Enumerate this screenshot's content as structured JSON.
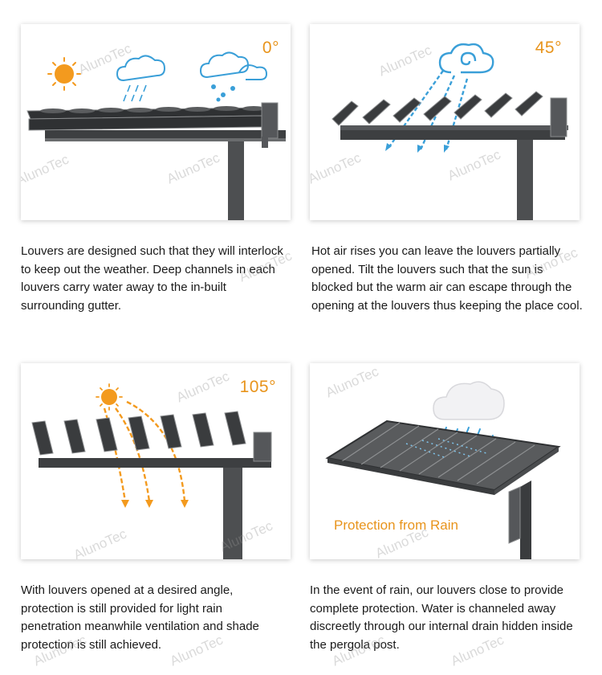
{
  "watermark": "AlunoTec",
  "accent_color": "#e8941c",
  "panels": [
    {
      "angle": "0°",
      "icons": [
        "sun-icon",
        "rain-cloud-icon",
        "snow-cloud-icon"
      ],
      "description": "Louvers are designed such that they will interlock to keep out the weather. Deep channels in each louvers carry water away to the in-built surrounding gutter."
    },
    {
      "angle": "45°",
      "icons": [
        "wind-cloud-icon",
        "airflow-arrows-icon"
      ],
      "description": "Hot air rises you can leave the louvers partially opened. Tilt the louvers such that the sun is blocked but the warm air can escape through the opening at the louvers thus keeping the place cool."
    },
    {
      "angle": "105°",
      "icons": [
        "sun-icon",
        "sunlight-arrows-icon"
      ],
      "description": "With louvers opened at a desired angle, protection is still provided for light rain penetration meanwhile ventilation and shade protection is still achieved."
    },
    {
      "caption": "Protection from Rain",
      "icons": [
        "rain-cloud-icon"
      ],
      "description": "In the event of rain, our louvers close to provide complete protection. Water is channeled away discreetly through our internal drain hidden inside the pergola post."
    }
  ]
}
